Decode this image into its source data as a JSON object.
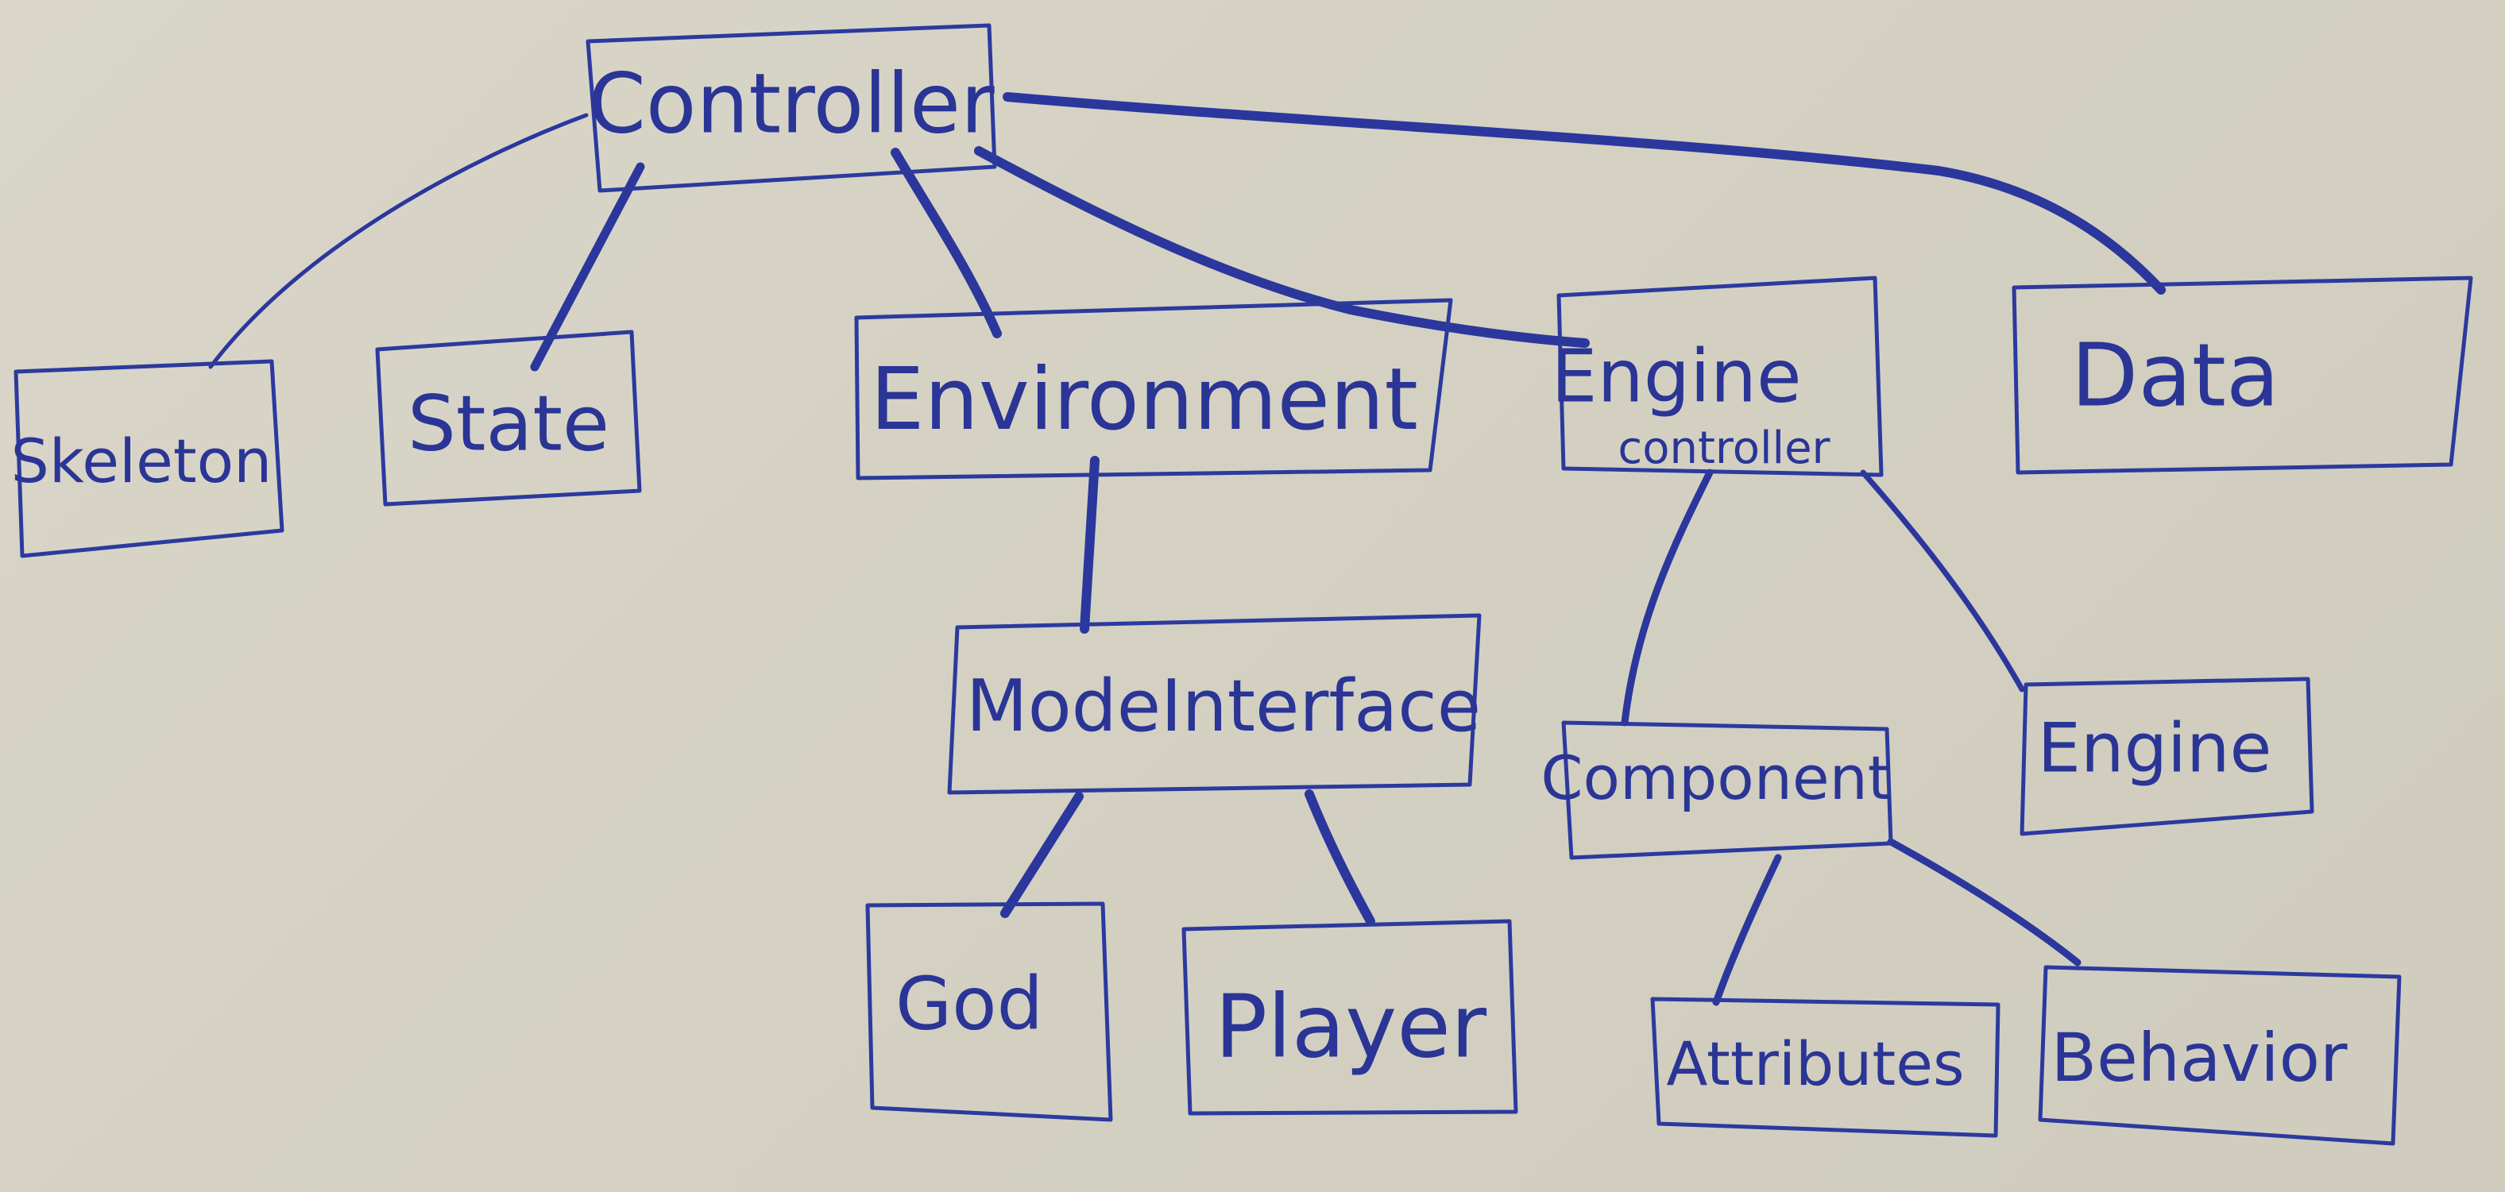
{
  "diagram": {
    "stroke_color": "#2c3a9e",
    "paper_color": "#d6d3c5",
    "nodes": [
      {
        "id": "controller",
        "label": "Controller"
      },
      {
        "id": "skeleton",
        "label": "Skeleton"
      },
      {
        "id": "state",
        "label": "State"
      },
      {
        "id": "environment",
        "label": "Environment"
      },
      {
        "id": "engine-controller",
        "label": "Engine",
        "sublabel": "controller"
      },
      {
        "id": "data",
        "label": "Data"
      },
      {
        "id": "mode-interface",
        "label": "ModeInterface"
      },
      {
        "id": "god",
        "label": "God"
      },
      {
        "id": "player",
        "label": "Player"
      },
      {
        "id": "component",
        "label": "Component"
      },
      {
        "id": "engine",
        "label": "Engine"
      },
      {
        "id": "attributes",
        "label": "Attributes"
      },
      {
        "id": "behavior",
        "label": "Behavior"
      }
    ],
    "edges": [
      {
        "from": "controller",
        "to": "skeleton"
      },
      {
        "from": "controller",
        "to": "state"
      },
      {
        "from": "controller",
        "to": "environment"
      },
      {
        "from": "controller",
        "to": "engine-controller"
      },
      {
        "from": "controller",
        "to": "data"
      },
      {
        "from": "environment",
        "to": "mode-interface"
      },
      {
        "from": "mode-interface",
        "to": "god"
      },
      {
        "from": "mode-interface",
        "to": "player"
      },
      {
        "from": "engine-controller",
        "to": "component"
      },
      {
        "from": "engine-controller",
        "to": "engine"
      },
      {
        "from": "component",
        "to": "attributes"
      },
      {
        "from": "component",
        "to": "behavior"
      }
    ]
  }
}
